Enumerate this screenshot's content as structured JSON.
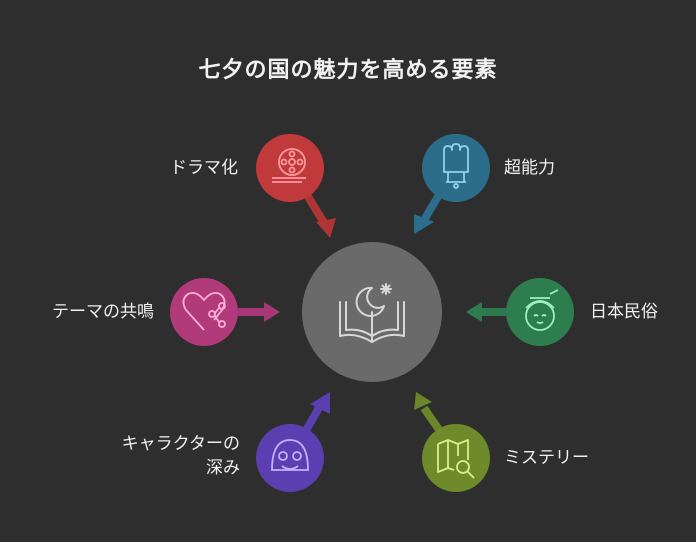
{
  "title": "七夕の国の魅力を高める要素",
  "nodes": {
    "drama": {
      "label": "ドラマ化",
      "color": "#c0393b",
      "icon": "film-reel-icon"
    },
    "power": {
      "label": "超能力",
      "color": "#2c6e8a",
      "icon": "fist-icon"
    },
    "theme": {
      "label": "テーマの共鳴",
      "color": "#b03a7a",
      "icon": "heart-share-icon"
    },
    "folklore": {
      "label": "日本民俗",
      "color": "#2e7d4f",
      "icon": "geisha-icon"
    },
    "character": {
      "label": "キャラクターの",
      "label2": "深み",
      "color": "#5b3fb0",
      "icon": "character-face-icon"
    },
    "mystery": {
      "label": "ミステリー",
      "color": "#6e8a2a",
      "icon": "map-search-icon"
    }
  },
  "center": {
    "icon": "moon-book-icon",
    "color": "#6a6a6a"
  }
}
